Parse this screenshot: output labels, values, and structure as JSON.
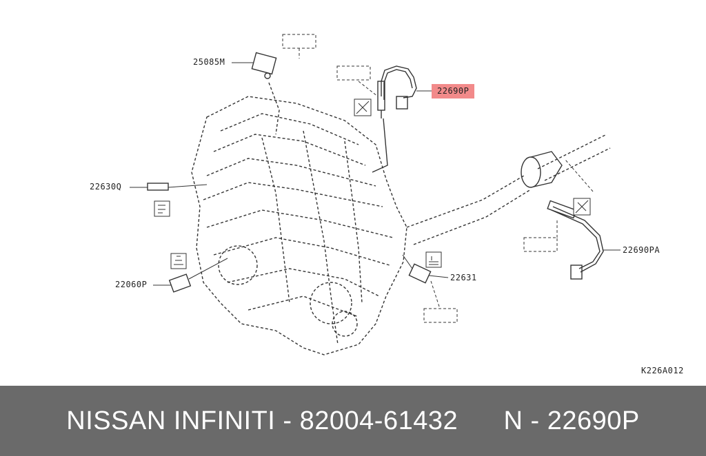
{
  "diagram": {
    "callouts": {
      "c25085m": "25085M",
      "c22690p_top": "22690P",
      "c22630q": "22630Q",
      "c22060p": "22060P",
      "c22631": "22631",
      "c22690pa": "22690PA"
    },
    "figure_code": "K226A012",
    "highlight_color": "#f28a8a"
  },
  "footer": {
    "brand": "NISSAN INFINITI - 82004-61432",
    "part": "N - 22690P",
    "background": "#6a6a6a"
  }
}
